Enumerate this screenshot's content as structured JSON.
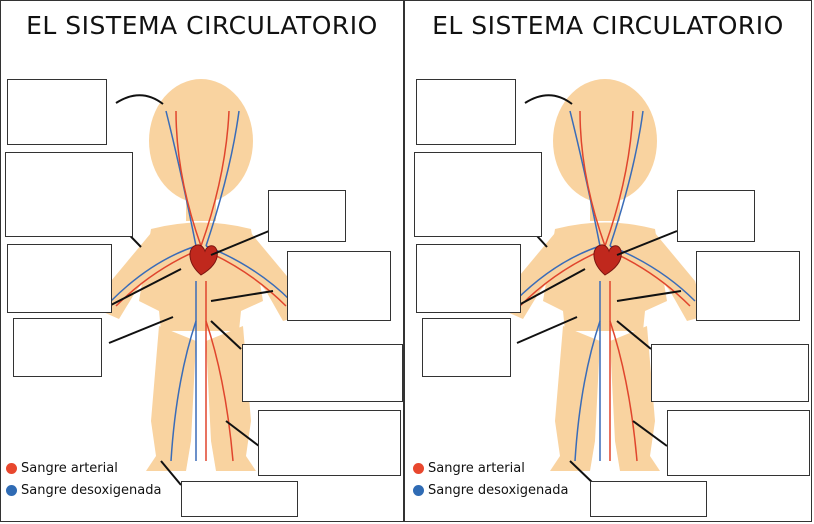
{
  "worksheets": [
    {
      "title": "EL SISTEMA CIRCULATORIO",
      "legend": [
        {
          "label": "Sangre arterial",
          "color": "#e8472e"
        },
        {
          "label": "Sangre desoxigenada",
          "color": "#2f6bb4"
        }
      ]
    },
    {
      "title": "EL SISTEMA CIRCULATORIO",
      "legend": [
        {
          "label": "Sangre arterial",
          "color": "#e8472e"
        },
        {
          "label": "Sangre desoxigenada",
          "color": "#2f6bb4"
        }
      ]
    }
  ],
  "colors": {
    "skin": "#f9d3a0",
    "artery": "#e0452d",
    "vein": "#3a6cb8",
    "heart": "#c0281d"
  }
}
